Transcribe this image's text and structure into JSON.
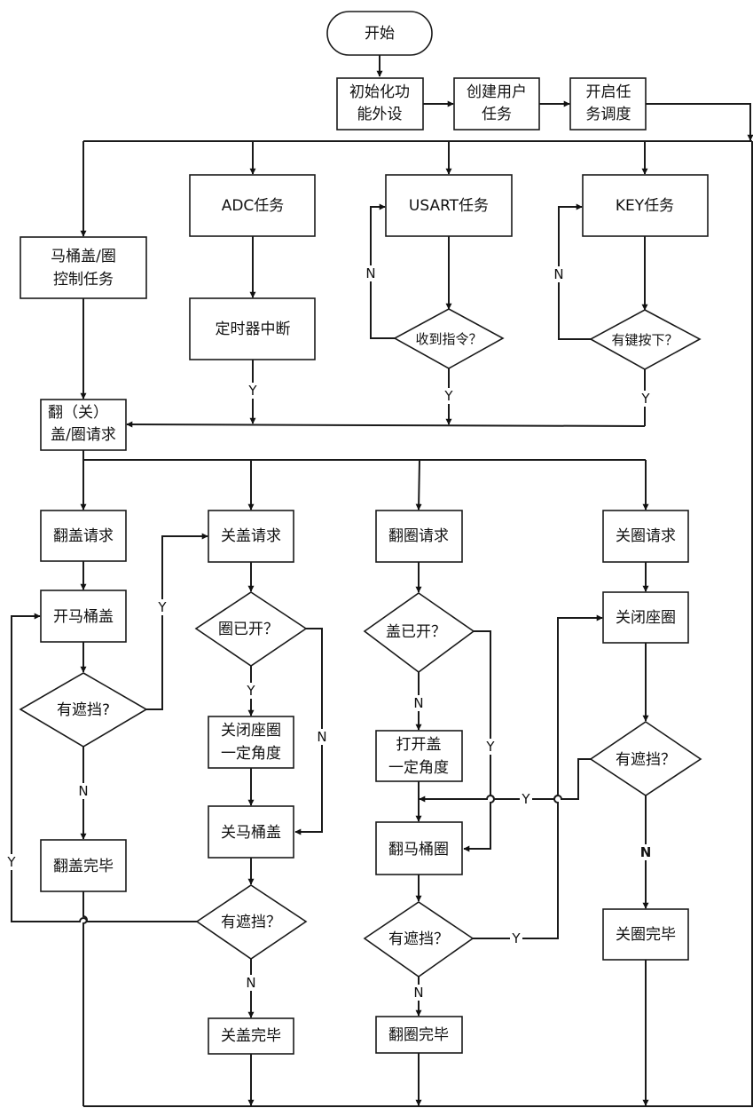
{
  "diagram": {
    "type": "flowchart",
    "nodes": {
      "start": "开始",
      "init_peripherals": [
        "初始化功",
        "能外设"
      ],
      "create_tasks": [
        "创建用户",
        "任务"
      ],
      "start_scheduler": [
        "开启任",
        "务调度"
      ],
      "lid_ring_task": [
        "马桶盖/圈",
        "控制任务"
      ],
      "adc_task": "ADC任务",
      "timer_interrupt": "定时器中断",
      "usart_task": "USART任务",
      "cmd_received": "收到指令？",
      "key_task": "KEY任务",
      "key_pressed": "有键按下？",
      "lid_ring_request": [
        "翻（关）",
        "盖/圈请求"
      ],
      "open_lid_request": "翻盖请求",
      "open_lid": "开马桶盖",
      "open_lid_blocked": "有遮挡?",
      "open_lid_done": "翻盖完毕",
      "close_lid_request": "关盖请求",
      "ring_opened": "圈已开？",
      "close_ring_angle": [
        "关闭座圈",
        "一定角度"
      ],
      "close_lid": "关马桶盖",
      "close_lid_blocked": "有遮挡？",
      "close_lid_done": "关盖完毕",
      "open_ring_request": "翻圈请求",
      "lid_opened": "盖已开？",
      "open_lid_angle": [
        "打开盖",
        "一定角度"
      ],
      "open_ring": "翻马桶圈",
      "open_ring_blocked": "有遮挡？",
      "open_ring_done": "翻圈完毕",
      "close_ring_request": "关圈请求",
      "close_ring": "关闭座圈",
      "close_ring_blocked": "有遮挡？",
      "close_ring_done": "关圈完毕"
    },
    "branch_labels": {
      "yes": "Y",
      "no": "N"
    }
  }
}
